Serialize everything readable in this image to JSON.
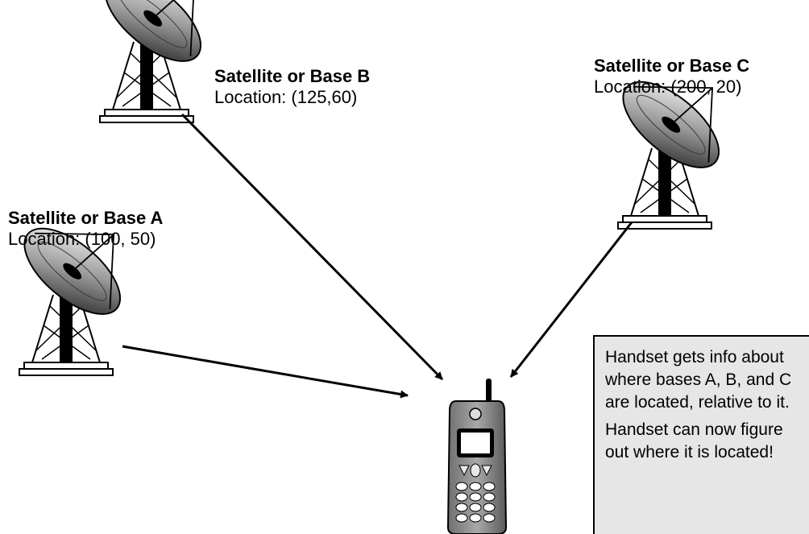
{
  "bases": [
    {
      "name": "Satellite or Base A",
      "location": "Location: (100, 50)"
    },
    {
      "name": "Satellite or Base B",
      "location": "Location: (125,60)"
    },
    {
      "name": "Satellite or Base C",
      "location": "Location: (200, 20)"
    }
  ],
  "info_box": {
    "paragraph_1": "Handset gets info about where bases A, B, and C are located, relative to it.",
    "paragraph_2": "Handset can now figure out where it is located!"
  },
  "colors": {
    "ink": "#000000",
    "box_fill": "#e6e6e6",
    "handset_body": "#8c8c8c"
  }
}
